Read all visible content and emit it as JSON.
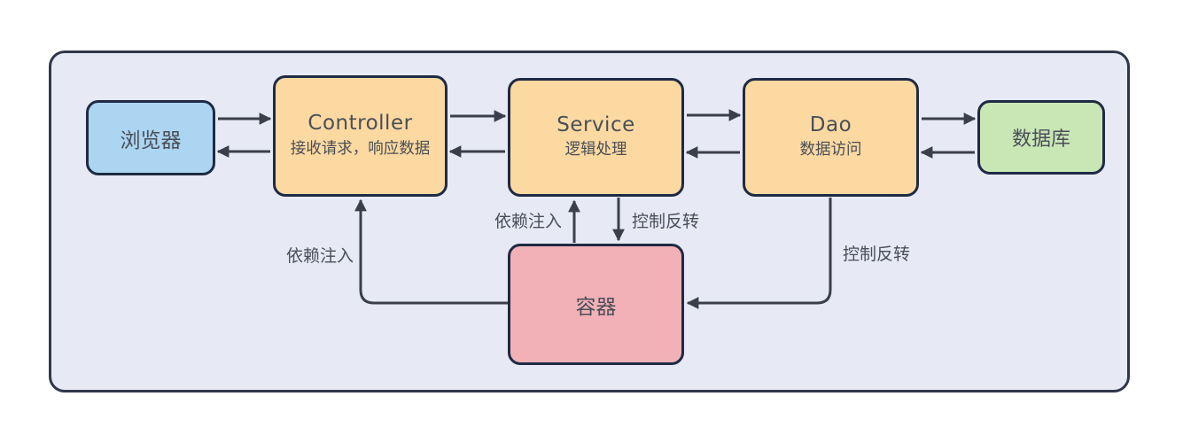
{
  "nodes": {
    "browser": {
      "label": "浏览器"
    },
    "controller": {
      "title": "Controller",
      "subtitle": "接收请求，响应数据"
    },
    "service": {
      "title": "Service",
      "subtitle": "逻辑处理"
    },
    "dao": {
      "title": "Dao",
      "subtitle": "数据访问"
    },
    "database": {
      "label": "数据库"
    },
    "container": {
      "label": "容器"
    }
  },
  "edge_labels": {
    "di_controller": "依赖注入",
    "di_service": "依赖注入",
    "ioc_service": "控制反转",
    "ioc_dao": "控制反转"
  },
  "colors": {
    "panel_bg": "#e7eaf5",
    "panel_border": "#31374a",
    "node_border": "#1f2a44",
    "browser_fill": "#abd5f1",
    "layer_fill": "#fbd9a1",
    "database_fill": "#c9e6b5",
    "container_fill": "#f1b1b7",
    "arrow": "#3a3f4b",
    "text": "#4a4e57"
  }
}
